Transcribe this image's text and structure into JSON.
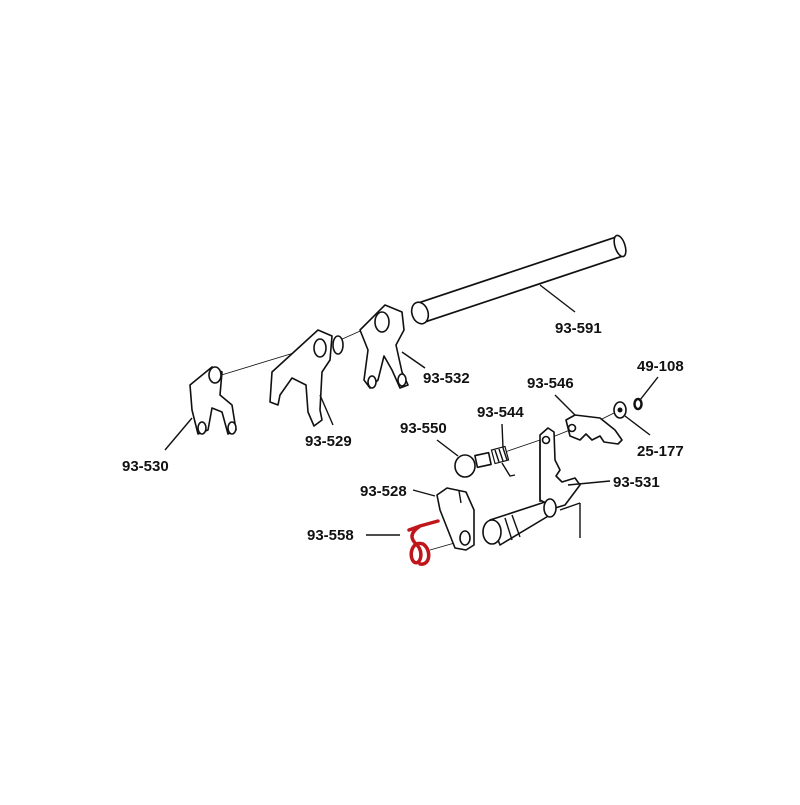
{
  "diagram": {
    "highlight_color": "#c0161b",
    "highlighted_part": "93-558",
    "labels": {
      "shaft": "93-591",
      "fork_right": "93-532",
      "fork_middle": "93-529",
      "fork_left": "93-530",
      "pawl": "93-546",
      "clip": "49-108",
      "spring": "93-544",
      "pin": "93-550",
      "washer": "25-177",
      "plate": "93-528",
      "shift_shaft": "93-531",
      "return_spring": "93-558"
    }
  }
}
